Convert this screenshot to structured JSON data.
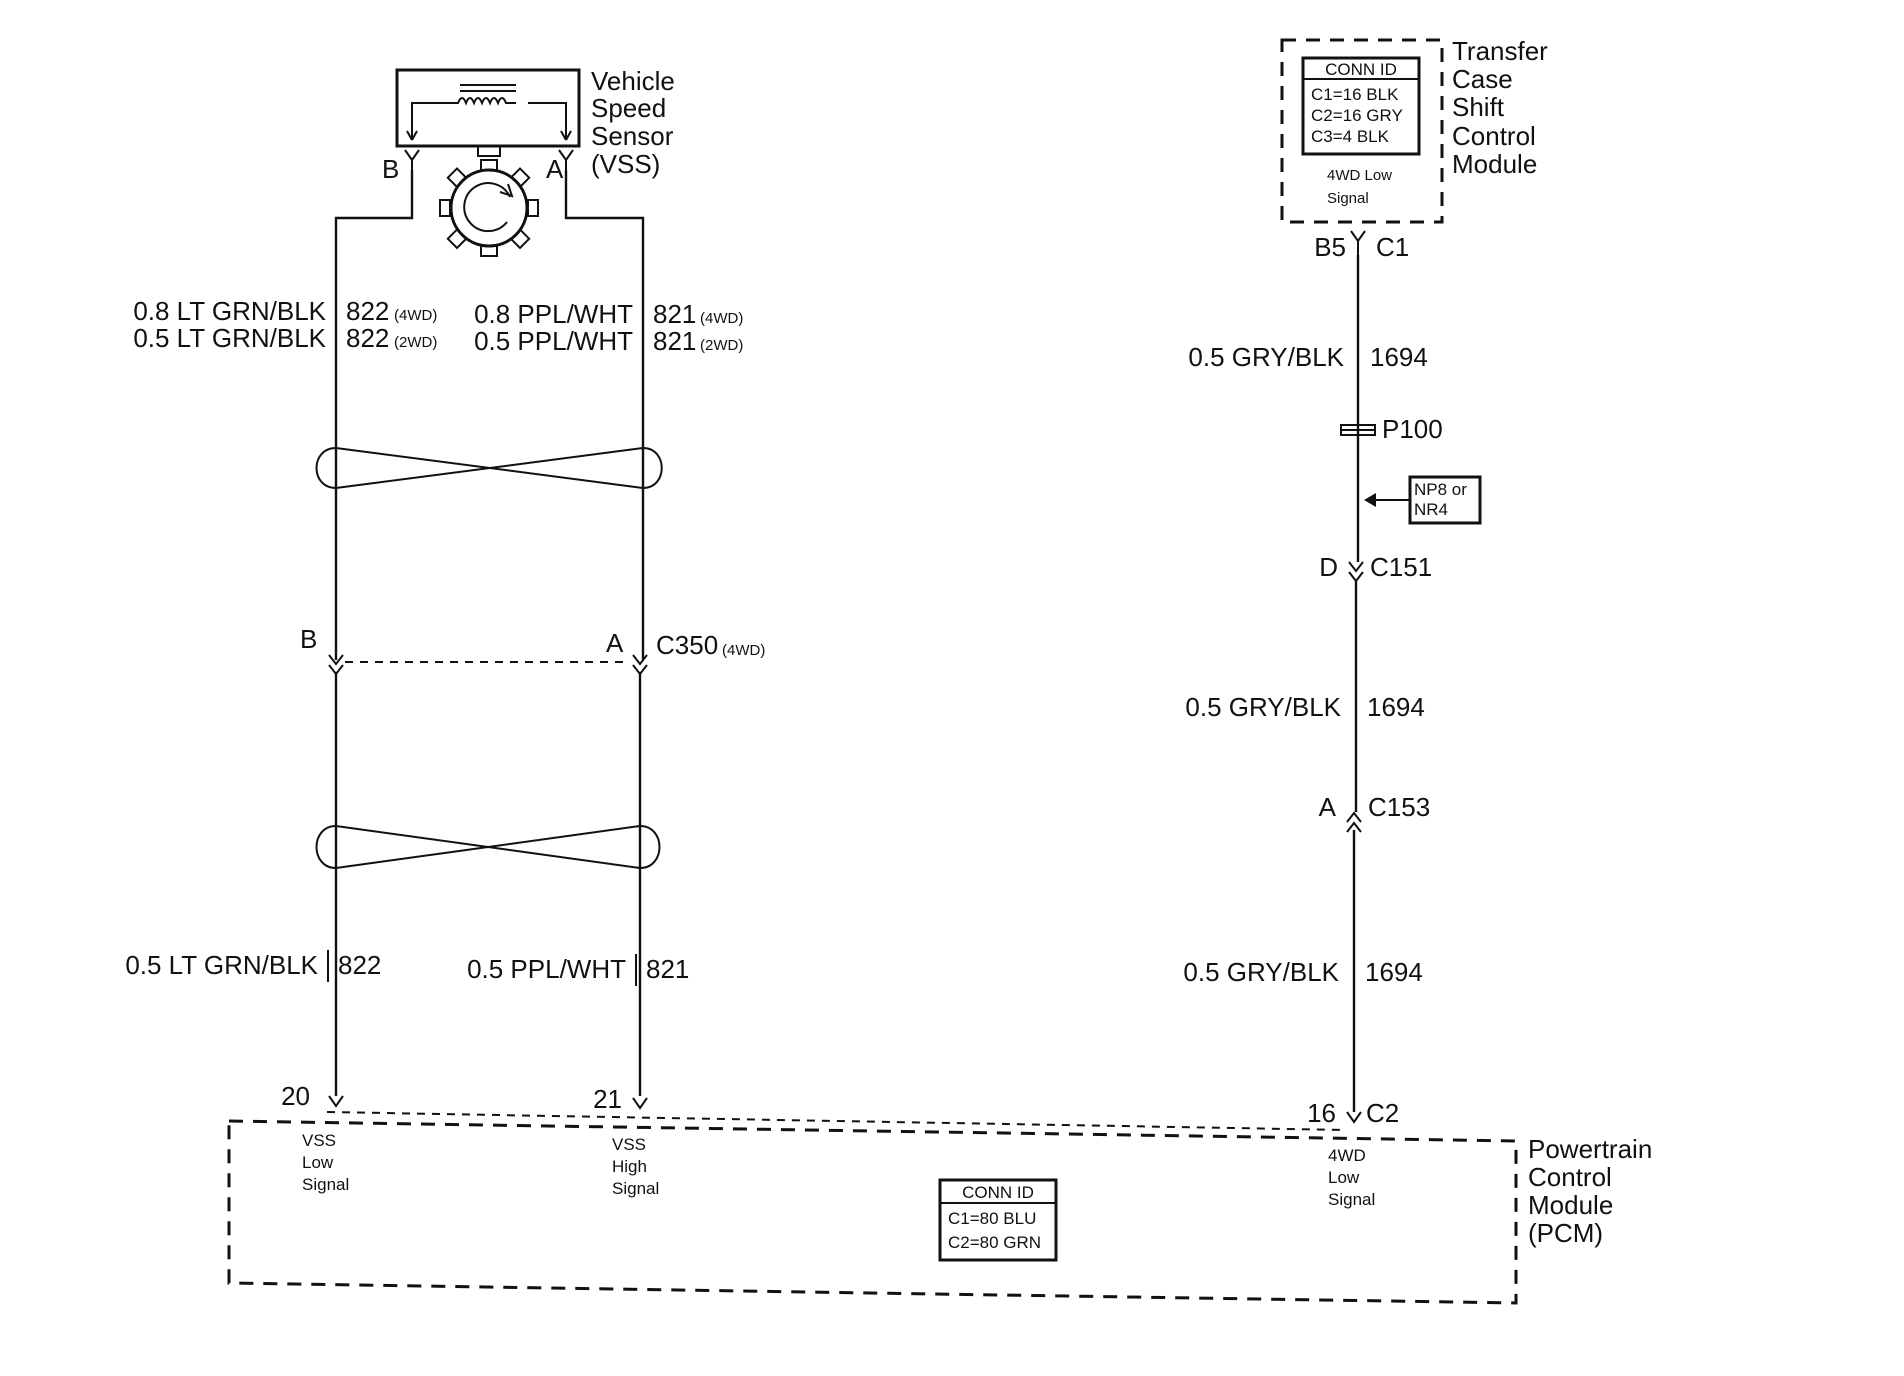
{
  "vss": {
    "title_lines": [
      "Vehicle",
      "Speed",
      "Sensor",
      "(VSS)"
    ],
    "pin_b": "B",
    "pin_a": "A"
  },
  "tccm": {
    "title_lines": [
      "Transfer",
      "Case",
      "Shift",
      "Control",
      "Module"
    ],
    "conn_header": "CONN ID",
    "conn_lines": [
      "C1=16 BLK",
      "C2=16 GRY",
      "C3=4 BLK"
    ],
    "signal_lines": [
      "4WD Low",
      "Signal"
    ],
    "pin": "B5",
    "connector": "C1"
  },
  "wires_left": {
    "upper_left": [
      {
        "color": "0.8 LT GRN/BLK",
        "circuit": "822",
        "note": "(4WD)"
      },
      {
        "color": "0.5 LT GRN/BLK",
        "circuit": "822",
        "note": "(2WD)"
      }
    ],
    "upper_right": [
      {
        "color": "0.8 PPL/WHT",
        "circuit": "821",
        "note": "(4WD)"
      },
      {
        "color": "0.5 PPL/WHT",
        "circuit": "821",
        "note": "(2WD)"
      }
    ],
    "lower_left": {
      "color": "0.5 LT GRN/BLK",
      "circuit": "822"
    },
    "lower_right": {
      "color": "0.5 PPL/WHT",
      "circuit": "821"
    }
  },
  "c350": {
    "pin_b": "B",
    "pin_a": "A",
    "name": "C350",
    "note": "(4WD)"
  },
  "wire_right": {
    "segments": [
      {
        "color": "0.5 GRY/BLK",
        "circuit": "1694"
      },
      {
        "color": "0.5 GRY/BLK",
        "circuit": "1694"
      },
      {
        "color": "0.5 GRY/BLK",
        "circuit": "1694"
      }
    ],
    "splice": "P100",
    "option_lines": [
      "NP8 or",
      "NR4"
    ],
    "c151": {
      "pin": "D",
      "name": "C151"
    },
    "c153": {
      "pin": "A",
      "name": "C153"
    }
  },
  "pcm": {
    "title_lines": [
      "Powertrain",
      "Control",
      "Module",
      "(PCM)"
    ],
    "conn_header": "CONN ID",
    "conn_lines": [
      "C1=80 BLU",
      "C2=80 GRN"
    ],
    "pins": [
      {
        "num": "20",
        "lines": [
          "VSS",
          "Low",
          "Signal"
        ]
      },
      {
        "num": "21",
        "lines": [
          "VSS",
          "High",
          "Signal"
        ]
      },
      {
        "num": "16",
        "connector": "C2",
        "lines": [
          "4WD",
          "Low",
          "Signal"
        ]
      }
    ]
  }
}
